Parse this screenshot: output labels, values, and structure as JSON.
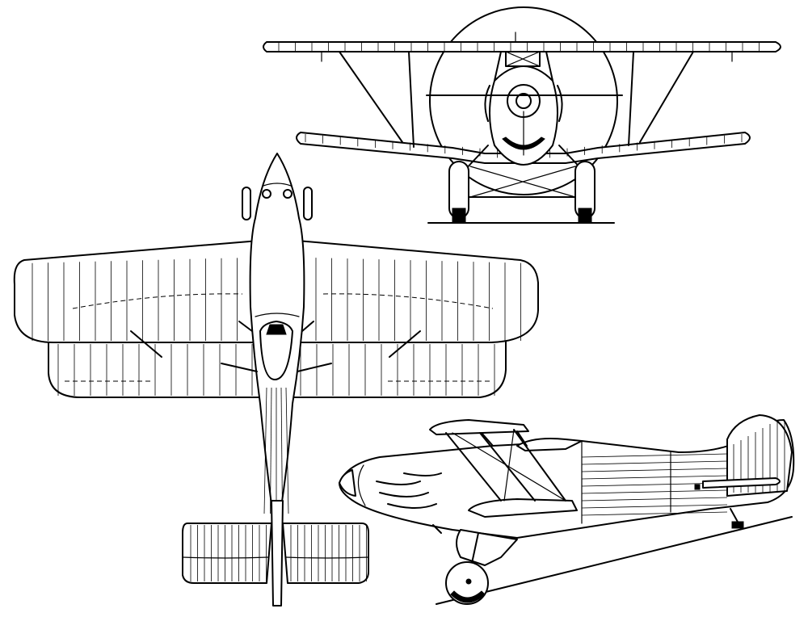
{
  "drawing": {
    "views": [
      {
        "id": "front",
        "kind": "front-view"
      },
      {
        "id": "top",
        "kind": "plan-view"
      },
      {
        "id": "side",
        "kind": "side-view"
      }
    ]
  }
}
